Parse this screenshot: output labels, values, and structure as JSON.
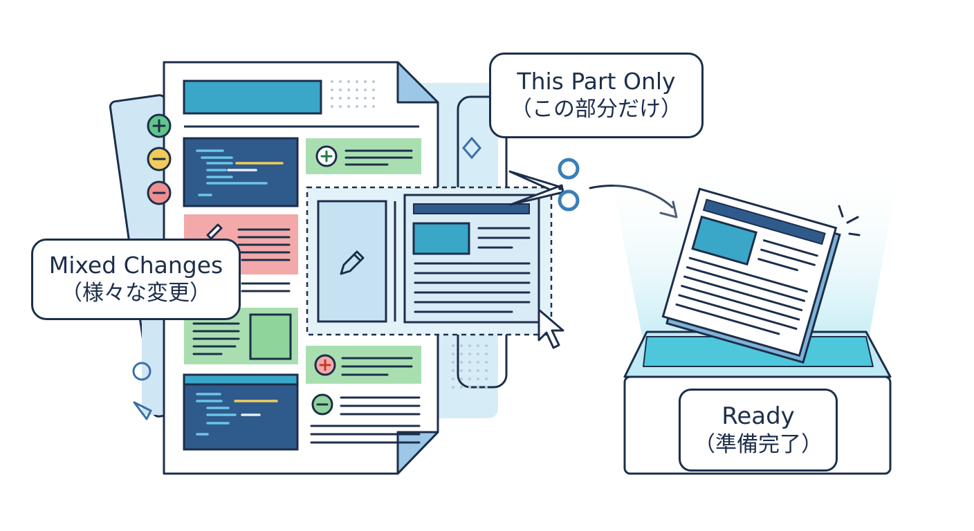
{
  "labels": {
    "this_part_only": {
      "en": "This Part Only",
      "jp": "（この部分だけ）"
    },
    "mixed_changes": {
      "en": "Mixed Changes",
      "jp": "（様々な変更）"
    },
    "ready": {
      "en": "Ready",
      "jp": "（準備完了）"
    }
  },
  "colors": {
    "outline": "#1c2e4a",
    "accent_teal": "#3aa6c8",
    "code_block": "#2f5a8c",
    "added_green": "#a9dfb0",
    "removed_red": "#f3a9a9",
    "selection_blue": "#c6e2f2",
    "tray_cyan": "#4ec7dc"
  },
  "icons": [
    "plus-icon",
    "minus-icon",
    "pencil-icon",
    "scissors-icon",
    "cursor-arrow-icon",
    "circle-shape",
    "triangle-shape",
    "diamond-shape",
    "sparkle-icon"
  ]
}
